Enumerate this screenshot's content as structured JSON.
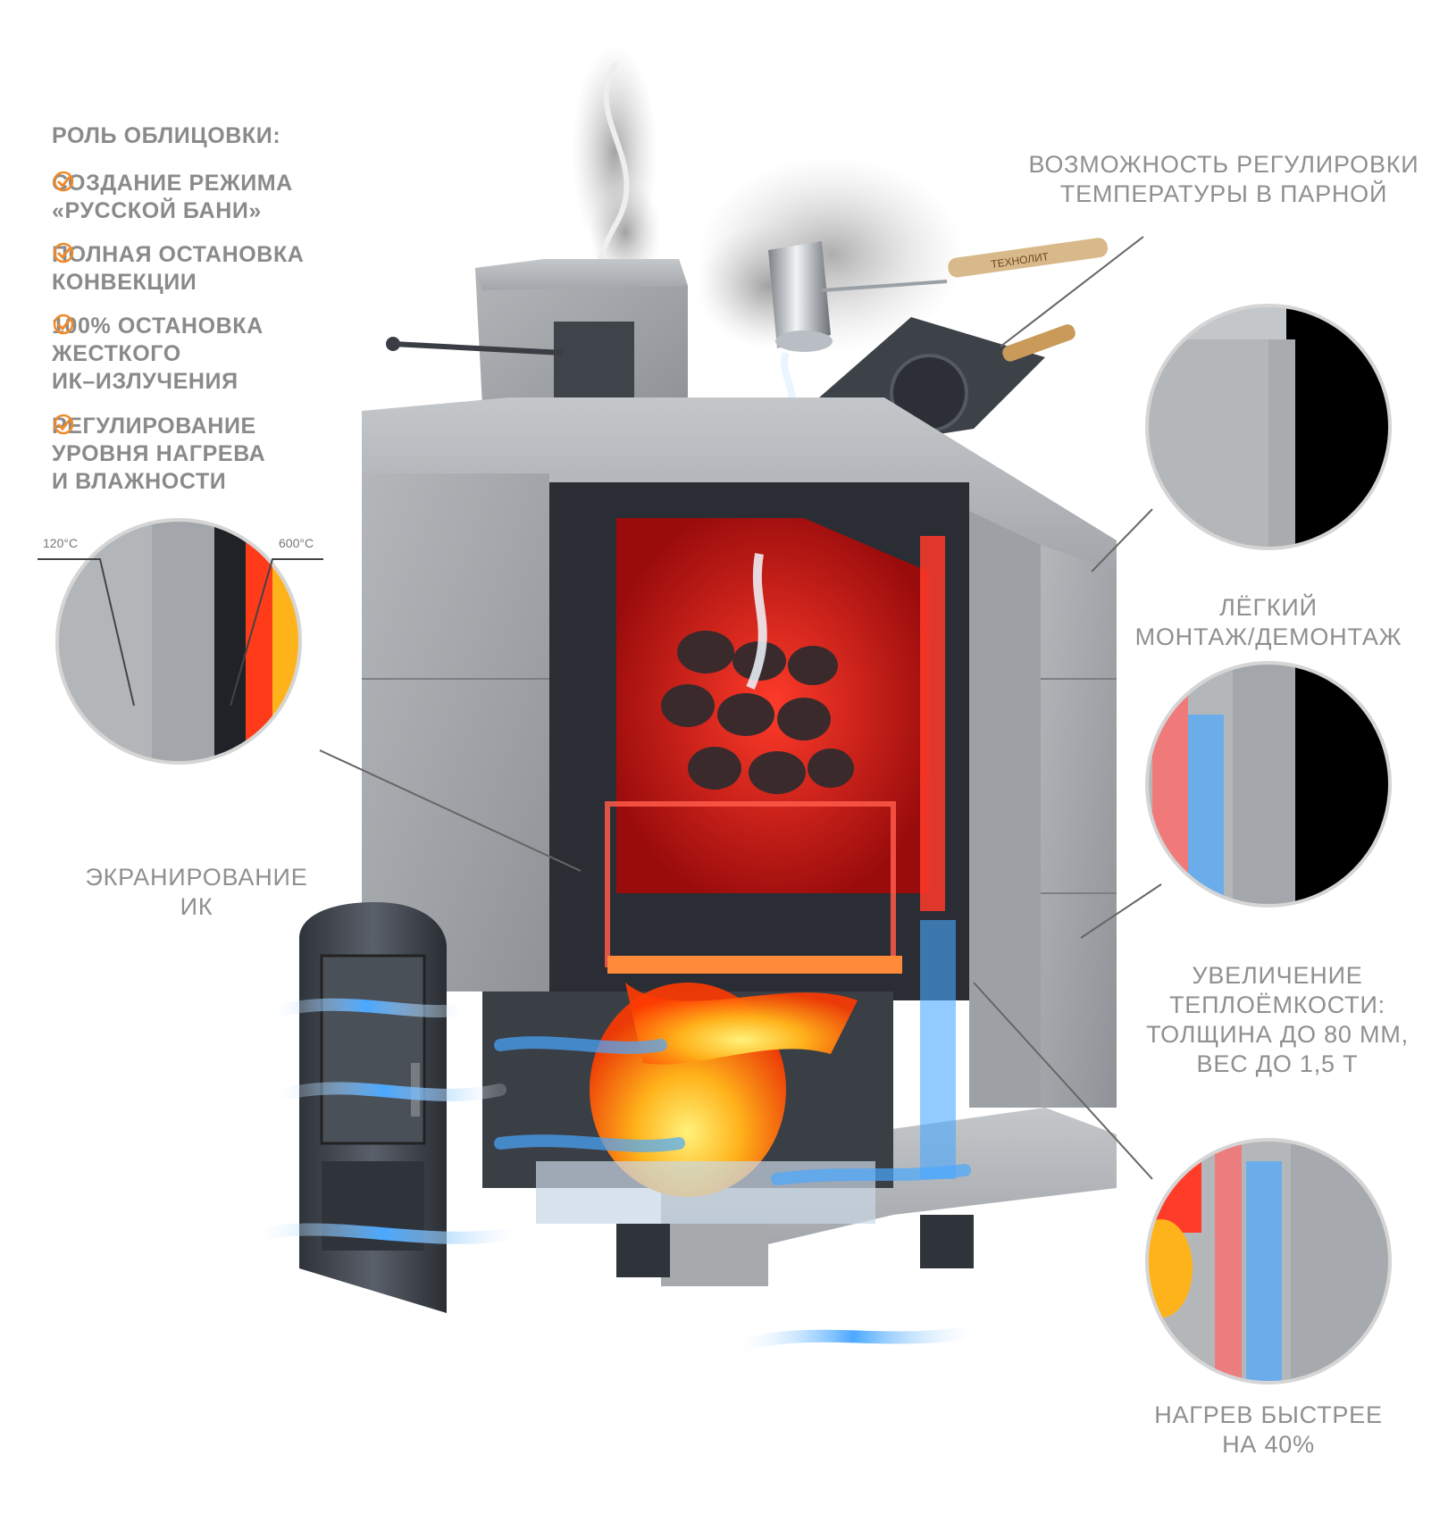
{
  "features": {
    "title": "РОЛЬ ОБЛИЦОВКИ:",
    "accent_color": "#f08a2a",
    "items": [
      {
        "icon": "checkmark-circle-icon",
        "line1": "СОЗДАНИЕ РЕЖИМА",
        "line2": "«РУССКОЙ БАНИ»",
        "line3": ""
      },
      {
        "icon": "checkmark-circle-icon",
        "line1": "ПОЛНАЯ ОСТАНОВКА",
        "line2": "КОНВЕКЦИИ",
        "line3": ""
      },
      {
        "icon": "checkmark-circle-icon",
        "line1": "100% ОСТАНОВКА",
        "line2": "ЖЕСТКОГО",
        "line3": "ИК–ИЗЛУЧЕНИЯ"
      },
      {
        "icon": "checkmark-circle-icon",
        "line1": "РЕГУЛИРОВАНИЕ",
        "line2": "УРОВНЯ НАГРЕВА",
        "line3": "И ВЛАЖНОСТИ"
      }
    ]
  },
  "temperatures": {
    "left": "120°C",
    "right": "600°C"
  },
  "callouts": {
    "regulation": {
      "line1": "ВОЗМОЖНОСТЬ РЕГУЛИРОВКИ",
      "line2": "ТЕМПЕРАТУРЫ В ПАРНОЙ"
    },
    "mounting": {
      "line1": "ЛЁГКИЙ",
      "line2": "МОНТАЖ/ДЕМОНТАЖ"
    },
    "ir_shielding": {
      "line1": "ЭКРАНИРОВАНИЕ",
      "line2": "ИК"
    },
    "heat_capacity": {
      "line1": "УВЕЛИЧЕНИЕ",
      "line2": "ТЕПЛОЁМКОСТИ:",
      "line3": "ТОЛЩИНА ДО 80 ММ,",
      "line4": "ВЕС ДО 1,5 Т"
    },
    "heating": {
      "line1": "НАГРЕВ БЫСТРЕЕ",
      "line2": "НА 40%"
    }
  },
  "ladle_brand": "ТЕХНОЛИТ",
  "colors": {
    "stone": "#a9acaf",
    "stone_dark": "#8e9296",
    "metal": "#3d4148",
    "fire": "#ff7a1a",
    "hot": "#ff2a1a",
    "cool_air": "#4aa8ff"
  }
}
